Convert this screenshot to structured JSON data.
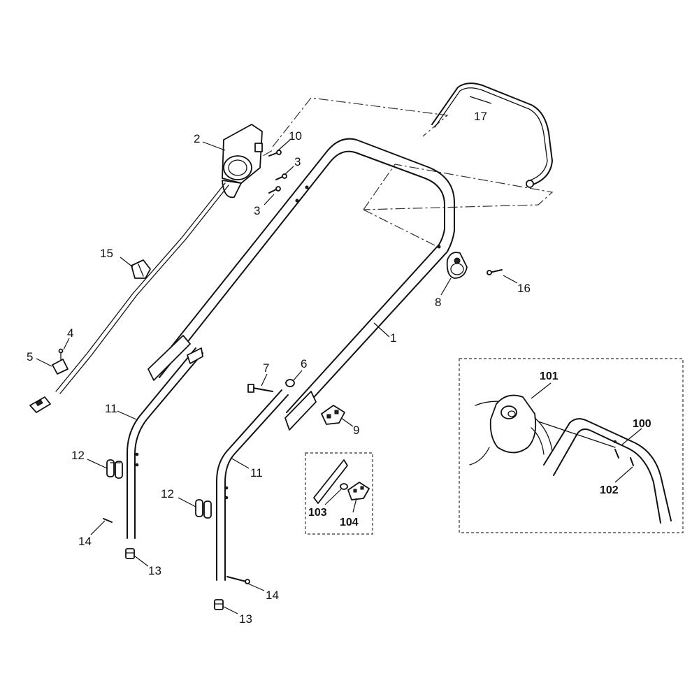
{
  "diagram": {
    "callouts": {
      "c1": "1",
      "c2": "2",
      "c3a": "3",
      "c3b": "3",
      "c4": "4",
      "c5": "5",
      "c6": "6",
      "c7": "7",
      "c8": "8",
      "c9": "9",
      "c10": "10",
      "c11a": "11",
      "c11b": "11",
      "c12a": "12",
      "c12b": "12",
      "c13a": "13",
      "c13b": "13",
      "c14a": "14",
      "c14b": "14",
      "c15": "15",
      "c16": "16",
      "c17": "17",
      "c100": "100",
      "c101": "101",
      "c102": "102",
      "c103": "103",
      "c104": "104"
    }
  }
}
